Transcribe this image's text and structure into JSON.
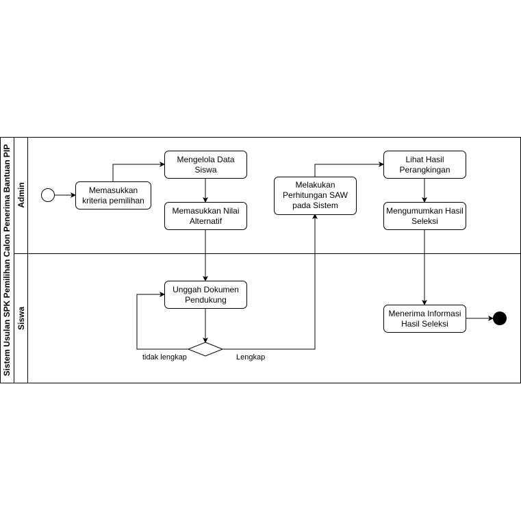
{
  "pool": {
    "title": "Sistem Usulan SPK Pemilihan Calon Penerima Bantuan PIP",
    "lanes": [
      {
        "id": "admin",
        "label": "Admin"
      },
      {
        "id": "siswa",
        "label": "Siswa"
      }
    ]
  },
  "nodes": {
    "kriteria": [
      "Memasukkan",
      "kriteria pemilihan"
    ],
    "kelola": [
      "Mengelola Data",
      "Siswa"
    ],
    "nilai": [
      "Memasukkan Nilai",
      "Alternatif"
    ],
    "unggah": [
      "Unggah Dokumen",
      "Pendukung"
    ],
    "saw": [
      "Melakukan",
      "Perhitungan SAW",
      "pada Sistem"
    ],
    "lihat": [
      "Lihat Hasil",
      "Perangkingan"
    ],
    "umumkan": [
      "Mengumumkan Hasil",
      "Seleksi"
    ],
    "terima": [
      "Menerima Informasi",
      "Hasil Seleksi"
    ]
  },
  "edge_labels": {
    "tidak_lengkap": "tidak lengkap",
    "lengkap": "Lengkap"
  },
  "colors": {
    "stroke": "#000000",
    "fill": "#ffffff",
    "end_node": "#000000"
  }
}
